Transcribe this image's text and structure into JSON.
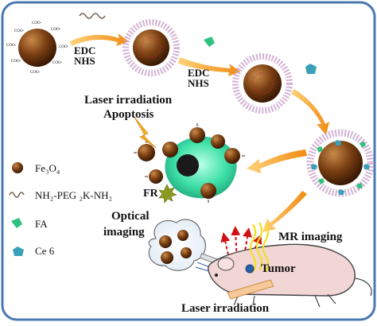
{
  "labels": {
    "edc_nhs_1_line1": "EDC",
    "edc_nhs_1_line2": "NHS",
    "edc_nhs_2_line1": "EDC",
    "edc_nhs_2_line2": "NHS",
    "laser_apoptosis_line1": "Laser irradiation",
    "laser_apoptosis_line2": "Apoptosis",
    "fr": "FR",
    "optical_line1": "Optical",
    "optical_line2": "imaging",
    "mr_imaging": "MR imaging",
    "tumor": "Tumor",
    "laser_irradiation": "Laser irradiation",
    "coo": "COO-"
  },
  "legend": [
    {
      "text": "Fe₃O₄",
      "icon": "fe3o4-nanoparticle-icon"
    },
    {
      "text": "NH₂-PEG ₂K-NH₂",
      "icon": "peg-chain-icon"
    },
    {
      "text": "FA",
      "icon": "folic-acid-icon"
    },
    {
      "text": "Ce 6",
      "icon": "ce6-icon"
    }
  ],
  "colors": {
    "frame_border": "#4a78b0",
    "nanoparticle": "#7a3f12",
    "arrow": "#f0a020",
    "folic_acid": "#2ec27e",
    "ce6": "#3aa0b8",
    "cell": "#3ee0a8",
    "peg_shell": "#c9a0c9"
  }
}
